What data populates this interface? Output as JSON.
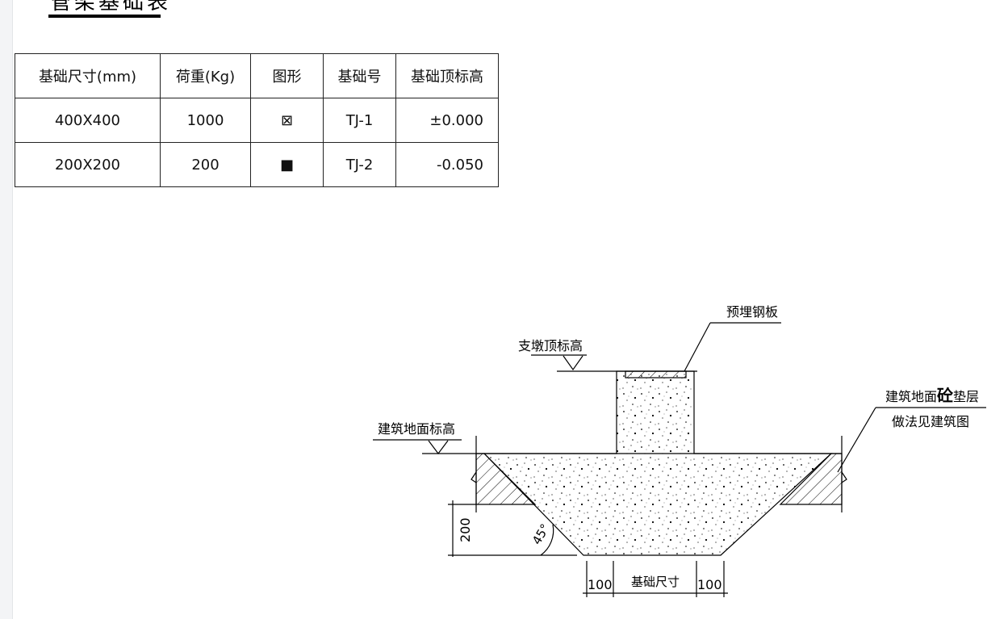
{
  "title": "管架基础表",
  "table": {
    "headers": [
      "基础尺寸(mm)",
      "荷重(Kg)",
      "图形",
      "基础号",
      "基础顶标高"
    ],
    "rows": [
      [
        "400X400",
        "1000",
        "⊠",
        "TJ-1",
        "±0.000"
      ],
      [
        "200X200",
        "200",
        "■",
        "TJ-2",
        "-0.050"
      ]
    ]
  },
  "diagram": {
    "embedded_plate": "预埋钢板",
    "pier_top_elevation": "支墩顶标高",
    "ground_elevation": "建筑地面标高",
    "cushion_label_a": "建筑地面",
    "cushion_label_bold": "砼",
    "cushion_label_b": "垫层",
    "cushion_note": "做法见建筑图",
    "dim_height": "200",
    "angle": "45°",
    "dim_left": "100",
    "dim_center": "基础尺寸",
    "dim_right": "100"
  }
}
